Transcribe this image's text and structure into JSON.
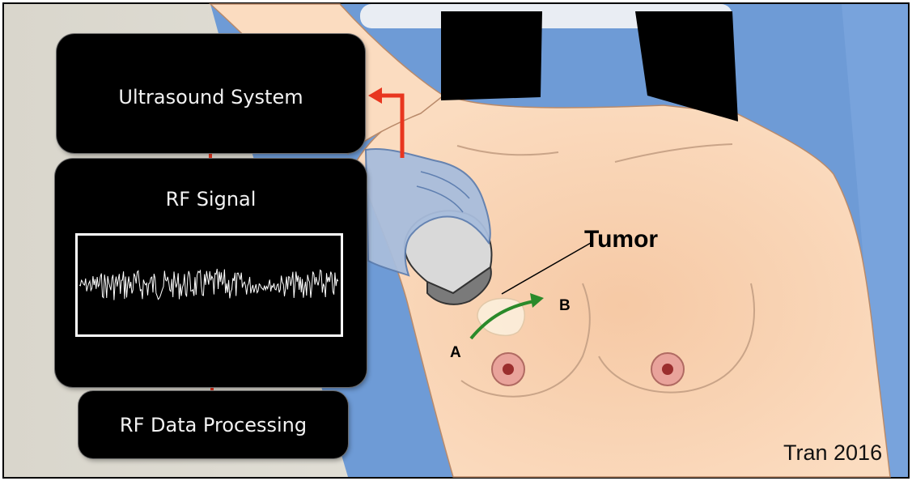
{
  "boxes": {
    "ultrasound_system": "Ultrasound System",
    "rf_signal": "RF Signal",
    "rf_data_processing": "RF Data Processing"
  },
  "labels": {
    "tumor": "Tumor",
    "point_a": "A",
    "point_b": "B",
    "credit": "Tran 2016"
  },
  "colors": {
    "flow_arrow": "#e8361f",
    "motion_arrow": "#2a8a2a",
    "background_blue": "#6e9bd6",
    "skin": "#f8d5b4",
    "hair": "#000000",
    "glove": "#9fb6d8"
  }
}
